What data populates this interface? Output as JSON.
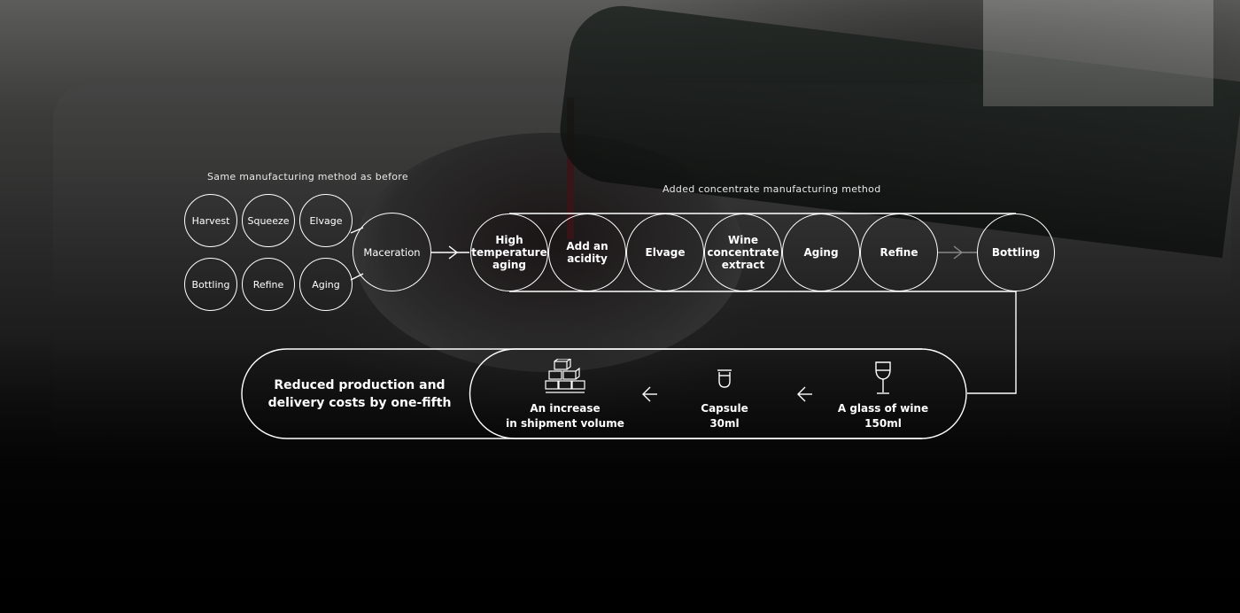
{
  "left_section": {
    "heading": "Same manufacturing method as before",
    "steps_top": [
      "Harvest",
      "Squeeze",
      "Elvage"
    ],
    "steps_bottom": [
      "Bottling",
      "Refine",
      "Aging"
    ],
    "merge_step": "Maceration"
  },
  "right_section": {
    "heading": "Added concentrate manufacturing method",
    "steps": [
      "High\ntemperature\naging",
      "Add an\nacidity",
      "Elvage",
      "Wine\nconcentrate\nextract",
      "Aging",
      "Refine"
    ],
    "final_step": "Bottling"
  },
  "result_section": {
    "summary": "Reduced production and\ndelivery costs by one-fifth",
    "items": [
      {
        "icon": "wine-glass-icon",
        "label": "A glass of wine\n150ml"
      },
      {
        "icon": "capsule-icon",
        "label": "Capsule\n30ml"
      },
      {
        "icon": "stacked-boxes-icon",
        "label": "An increase\nin shipment volume"
      }
    ]
  },
  "colors": {
    "line": "#ffffff",
    "background": "#000000"
  }
}
